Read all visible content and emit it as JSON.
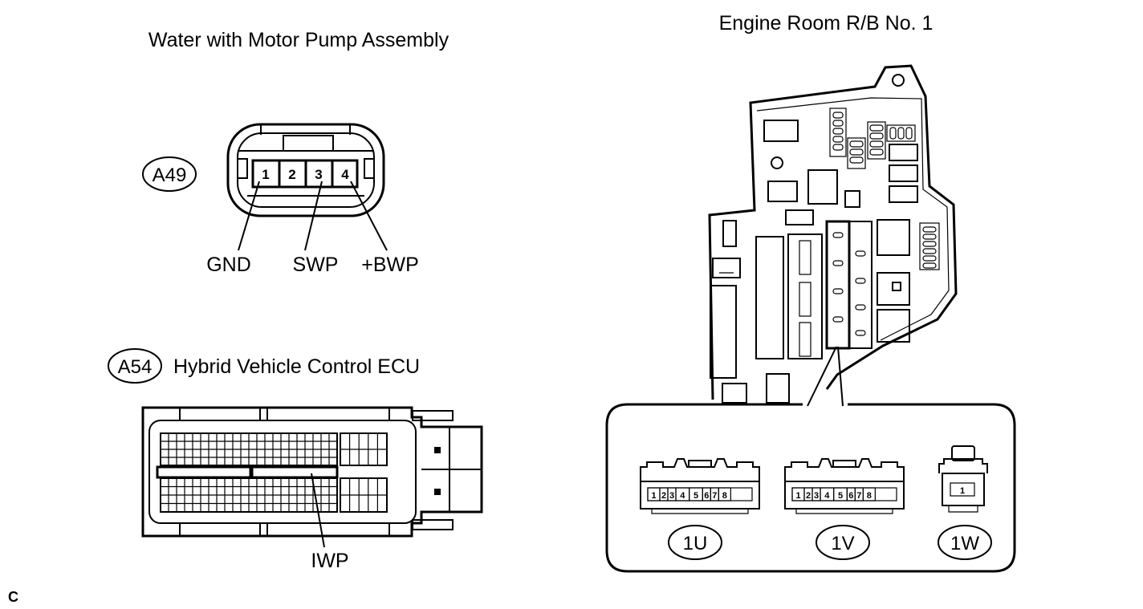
{
  "pump": {
    "title": "Water with Motor Pump Assembly",
    "connector_code": "A49",
    "pins": [
      "1",
      "2",
      "3",
      "4"
    ],
    "wires": [
      "GND",
      "SWP",
      "+BWP"
    ]
  },
  "ecu": {
    "connector_code": "A54",
    "title": "Hybrid Vehicle Control ECU",
    "wire": "IWP"
  },
  "relay_block": {
    "title": "Engine Room R/B No. 1",
    "connectors": [
      {
        "code": "1U",
        "pins": [
          "1",
          "2",
          "3",
          "4",
          "5",
          "6",
          "7",
          "8"
        ]
      },
      {
        "code": "1V",
        "pins": [
          "1",
          "2",
          "3",
          "4",
          "5",
          "6",
          "7",
          "8"
        ]
      },
      {
        "code": "1W",
        "pins": [
          "1"
        ]
      }
    ]
  },
  "footer": {
    "code": "C"
  }
}
